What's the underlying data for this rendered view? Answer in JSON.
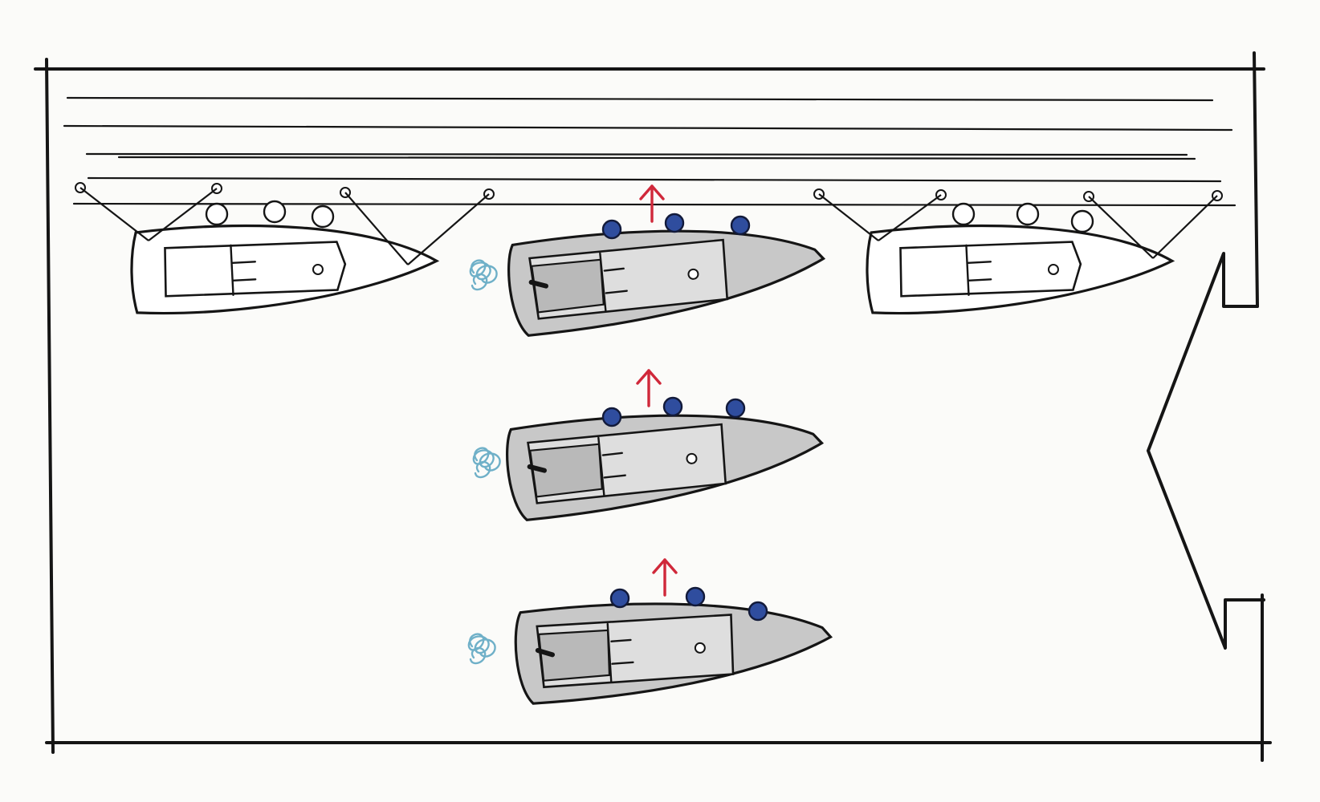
{
  "scene": {
    "colors": {
      "ink": "#151515",
      "moored_hull": "#ffffff",
      "manoeuvring_hull": "#c8c8c8",
      "crew": "#2f4d9e",
      "motion_arrow": "#d0283a",
      "propeller_wash": "#6fb0c8"
    },
    "moored_boats": [
      {
        "name": "moored-boat-left",
        "fenders": 3
      },
      {
        "name": "moored-boat-right",
        "fenders": 3
      }
    ],
    "manoeuvring_boats": [
      {
        "name": "boat-top",
        "crew": 3,
        "direction": "up"
      },
      {
        "name": "boat-middle",
        "crew": 3,
        "direction": "up"
      },
      {
        "name": "boat-bottom",
        "crew": 3,
        "direction": "up"
      }
    ],
    "icons": {
      "motion": "arrow-up-icon",
      "prop_wash": "propeller-wash-icon",
      "crew": "crew-member-icon",
      "fender": "fender-icon",
      "mooring_ring": "mooring-ring-icon"
    }
  }
}
